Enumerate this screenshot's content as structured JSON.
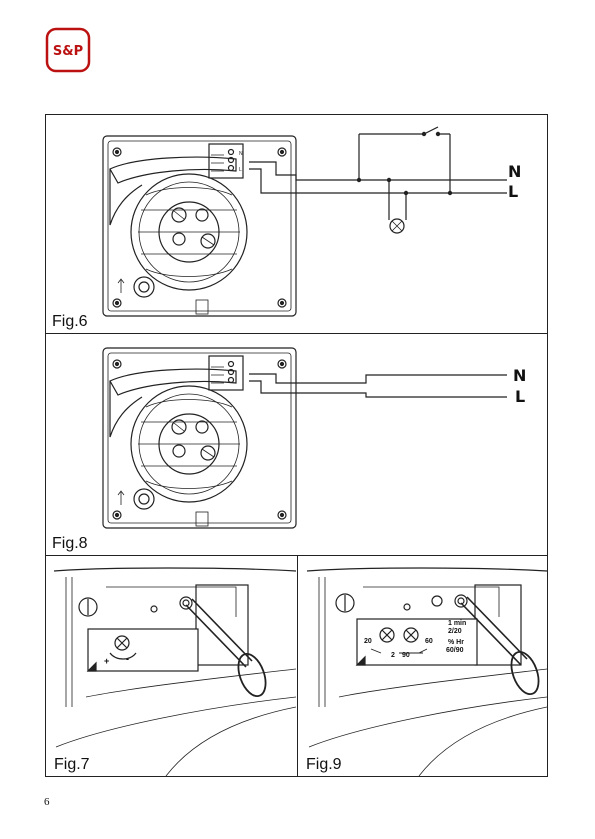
{
  "logo": {
    "text": "S&P"
  },
  "figures": {
    "fig6": {
      "caption": "Fig.6",
      "wire_n": "N",
      "wire_l": "L"
    },
    "fig8": {
      "caption": "Fig.8",
      "wire_n": "N",
      "wire_l": "L"
    },
    "fig7": {
      "caption": "Fig.7",
      "plus": "+",
      "minus": "-"
    },
    "fig9": {
      "caption": "Fig.9",
      "timer": "1 min",
      "timer_range": "2/20",
      "humidity": "% Hr",
      "humidity_range": "60/90",
      "left_scale_top": "20",
      "left_scale_bottom": "2",
      "right_scale_top": "60",
      "right_scale_bottom": "90"
    }
  },
  "page_number": "6"
}
